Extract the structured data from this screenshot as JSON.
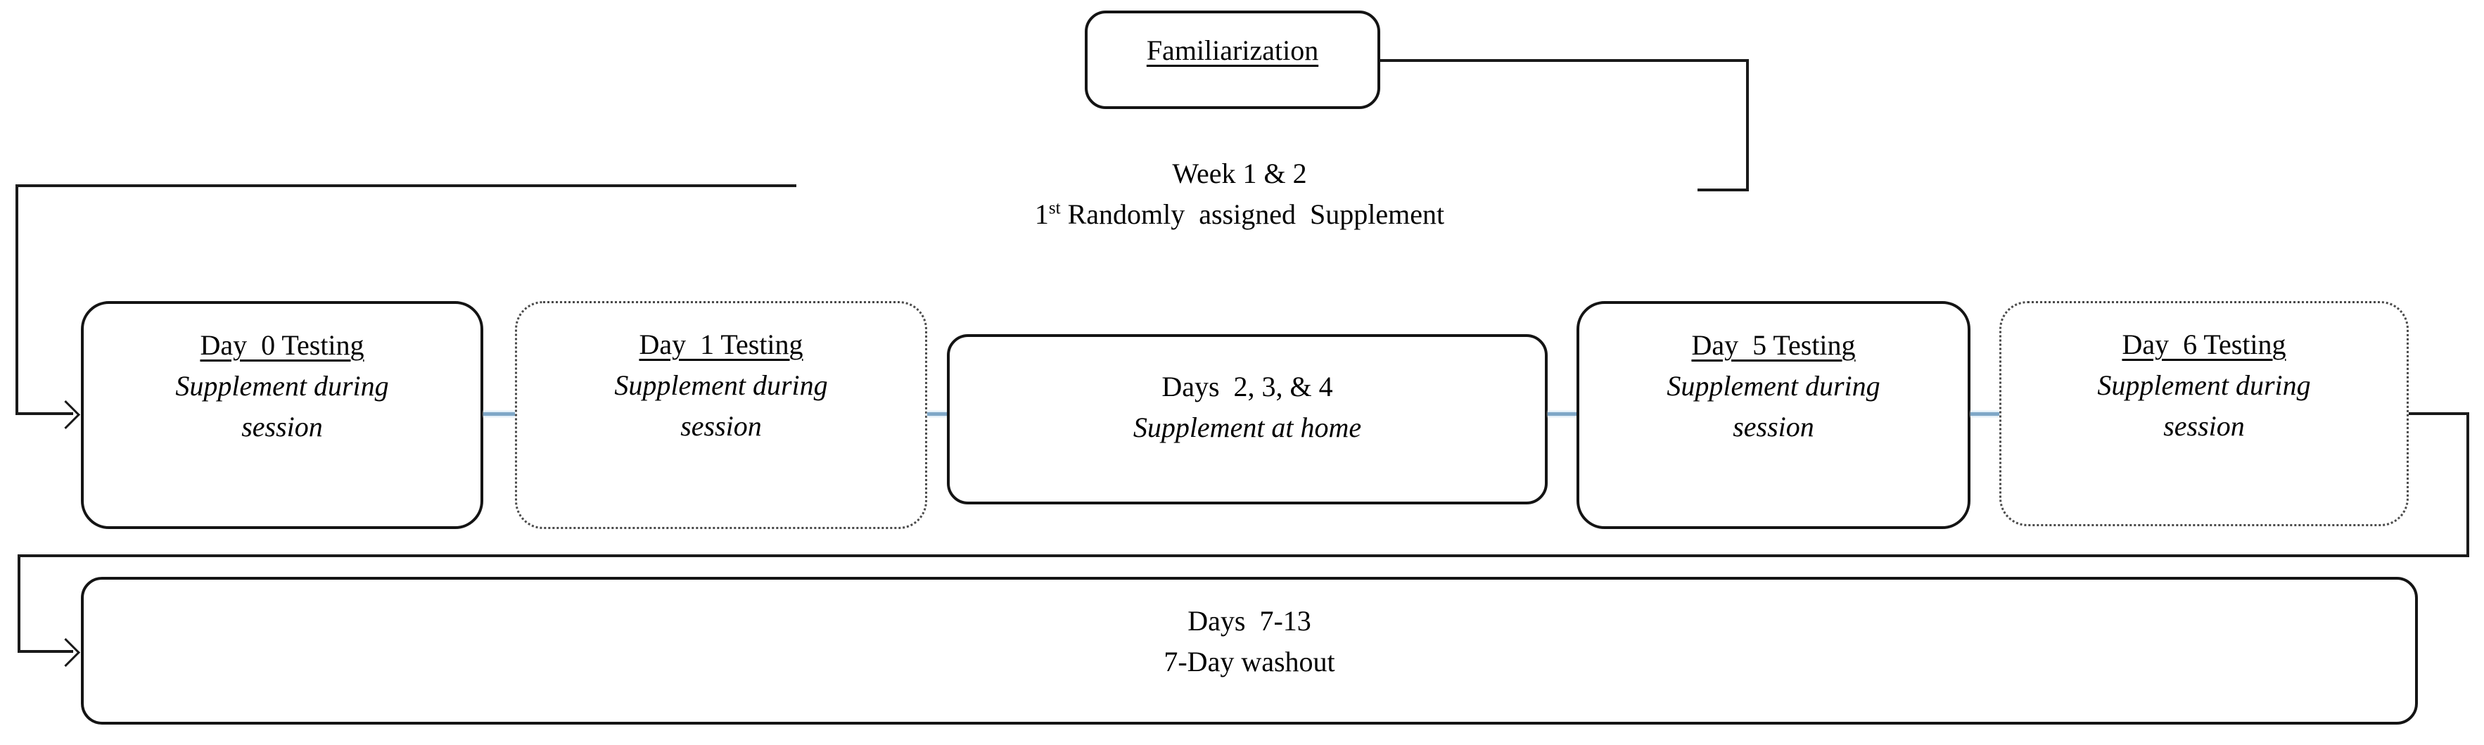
{
  "figure": {
    "familiarization": {
      "title": "Familiarization"
    },
    "phase_label": {
      "line1": "Week 1 & 2",
      "ordinal": "1",
      "ordinal_suffix": "st",
      "line2_rest": " Randomly  assigned  Supplement"
    },
    "timeline_boxes": [
      {
        "title": "Day  0 Testing",
        "line1": "Supplement during",
        "line2": "session",
        "border": "solid"
      },
      {
        "title": "Day  1 Testing",
        "line1": "Supplement during",
        "line2": "session",
        "border": "dotted"
      },
      {
        "title": "Days  2, 3, & 4",
        "line1": "Supplement at home",
        "border": "solid"
      },
      {
        "title": "Day  5 Testing",
        "line1": "Supplement during",
        "line2": "session",
        "border": "solid"
      },
      {
        "title": "Day  6 Testing",
        "line1": "Supplement during",
        "line2": "session",
        "border": "dotted"
      }
    ],
    "washout_box": {
      "line1": "Days  7-13",
      "line2": "7-Day washout"
    },
    "colors": {
      "line_black": "#1a1a1a",
      "connector_blue": "#7fa7c7"
    }
  }
}
